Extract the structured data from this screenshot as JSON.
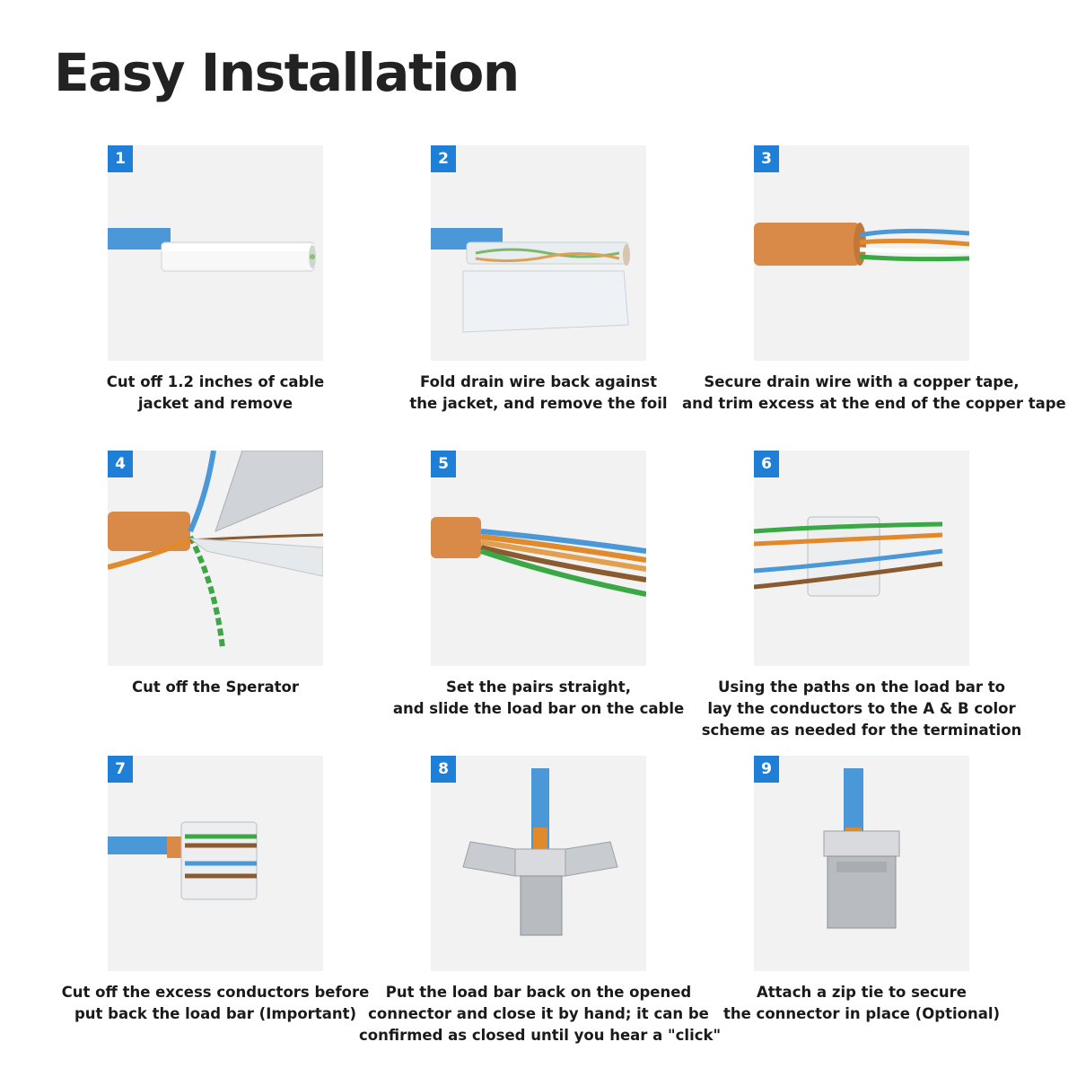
{
  "title": "Easy Installation",
  "steps": [
    {
      "number": "1",
      "lines": [
        "Cut off 1.2 inches of cable",
        "jacket and remove"
      ]
    },
    {
      "number": "2",
      "lines": [
        "Fold drain wire back against",
        "the jacket, and remove the foil"
      ]
    },
    {
      "number": "3",
      "lines": [
        "Secure drain wire with a copper tape,",
        "and trim excess at the end of the copper tape"
      ]
    },
    {
      "number": "4",
      "lines": [
        "Cut off the Sperator"
      ]
    },
    {
      "number": "5",
      "lines": [
        "Set the pairs straight,",
        "and slide the load bar on the cable"
      ]
    },
    {
      "number": "6",
      "lines": [
        "Using the paths on the load bar to",
        "lay the conductors to the A & B color",
        "scheme as needed for the termination"
      ]
    },
    {
      "number": "7",
      "lines": [
        "Cut off the excess conductors before",
        "put back the load bar (Important)"
      ]
    },
    {
      "number": "8",
      "lines": [
        "Put the load bar back on the opened",
        "connector and close it by hand; it can be",
        "confirmed as closed until you hear a \"click\""
      ]
    },
    {
      "number": "9",
      "lines": [
        "Attach a zip tie to secure",
        "the connector in place (Optional)"
      ]
    }
  ],
  "colors": {
    "badge": "#1f7fd6",
    "cable_blue": "#4a98d8",
    "copper_tape": "#d98a48",
    "wire_green": "#3aa845",
    "wire_orange": "#e08a2c",
    "wire_brown": "#8a5a30"
  }
}
